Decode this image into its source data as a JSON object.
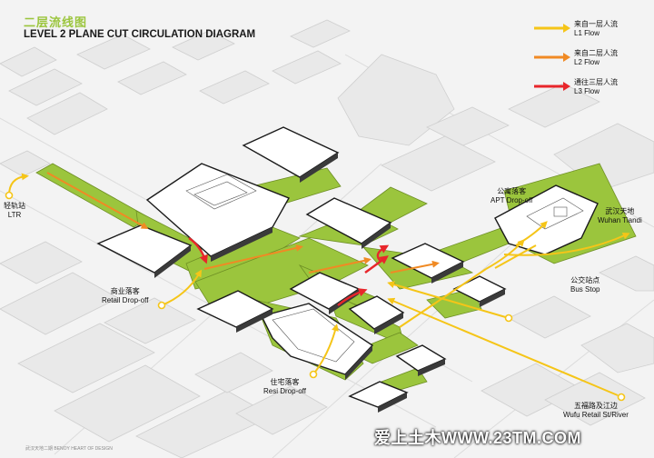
{
  "title": {
    "cn": "二层流线图",
    "en": "LEVEL 2 PLANE CUT CIRCULATION DIAGRAM"
  },
  "legend": [
    {
      "cn": "来自一层人流",
      "en": "L1 Flow",
      "color": "#f5c518"
    },
    {
      "cn": "来自二层人流",
      "en": "L2 Flow",
      "color": "#f08a24"
    },
    {
      "cn": "通往三层人流",
      "en": "L3 Flow",
      "color": "#e8262b"
    }
  ],
  "labels": {
    "ltr": {
      "cn": "轻轨站",
      "en": "LTR"
    },
    "apt": {
      "cn": "公寓落客",
      "en": "APT Drop-off"
    },
    "tiandi": {
      "cn": "武汉天地",
      "en": "Wuhan Tiandi"
    },
    "retail": {
      "cn": "商业落客",
      "en": "Retail Drop-off"
    },
    "bus": {
      "cn": "公交站点",
      "en": "Bus Stop"
    },
    "resi": {
      "cn": "住宅落客",
      "en": "Resi Drop-off"
    },
    "wufu": {
      "cn": "五福路及江边",
      "en": "Wufu Retail St/River"
    }
  },
  "credit": "武汉天地二期  BENOY HEART OF DESIGN",
  "watermark": "爱上土木WWW.23TM.COM",
  "colors": {
    "podium": "#9bc53d",
    "l1": "#f5c518",
    "l2": "#f08a24",
    "l3": "#e8262b"
  }
}
